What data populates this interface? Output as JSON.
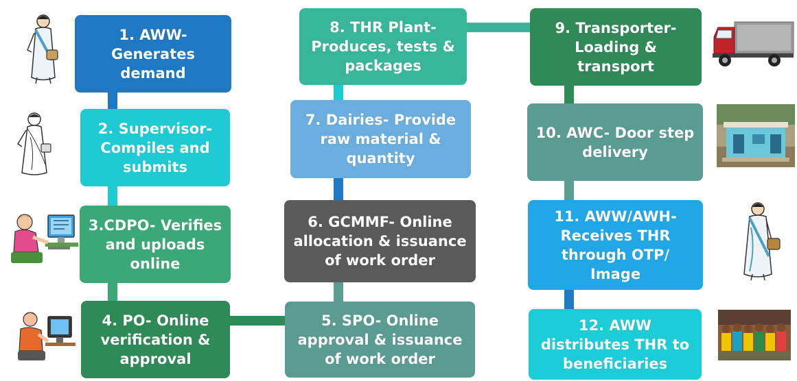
{
  "colors": {
    "blue": "#1f79c2",
    "teal_light": "#1ecbd5",
    "green_med": "#3ca878",
    "green_dark": "#2e8a56",
    "sea_green": "#37b69a",
    "sky_blue": "#6aaedf",
    "gray_dark": "#5a5a5a",
    "slate_teal": "#4f9d97",
    "forest_green": "#2f8a57",
    "gray_teal": "#5a9b92",
    "bright_blue": "#21a7e8",
    "cyan": "#1ccdd8"
  },
  "steps": [
    {
      "id": 1,
      "text": "1. AWW-\nGenerates\ndemand"
    },
    {
      "id": 2,
      "text": "2. Supervisor-\nCompiles and\nsubmits"
    },
    {
      "id": 3,
      "text": "3.CDPO- Verifies\nand uploads\nonline"
    },
    {
      "id": 4,
      "text": "4. PO- Online\nverification &\napproval"
    },
    {
      "id": 5,
      "text": "5. SPO- Online\napproval & issuance\nof work order"
    },
    {
      "id": 6,
      "text": "6. GCMMF- Online\nallocation & issuance\nof work order"
    },
    {
      "id": 7,
      "text": "7. Dairies- Provide\nraw material &\nquantity"
    },
    {
      "id": 8,
      "text": "8. THR Plant-\nProduces, tests &\npackages"
    },
    {
      "id": 9,
      "text": "9. Transporter-\nLoading &\ntransport"
    },
    {
      "id": 10,
      "text": "10. AWC- Door step\ndelivery"
    },
    {
      "id": 11,
      "text": "11. AWW/AWH-\nReceives THR\nthrough OTP/\nImage"
    },
    {
      "id": 12,
      "text": "12. AWW\ndistributes THR to\nbeneficiaries"
    }
  ],
  "icons": [
    "woman-worker-icon",
    "woman-supervisor-icon",
    "computer-operator-icon",
    "office-worker-icon",
    "truck-icon",
    "anganwadi-building-icon",
    "woman-with-bag-icon",
    "beneficiaries-group-icon"
  ]
}
